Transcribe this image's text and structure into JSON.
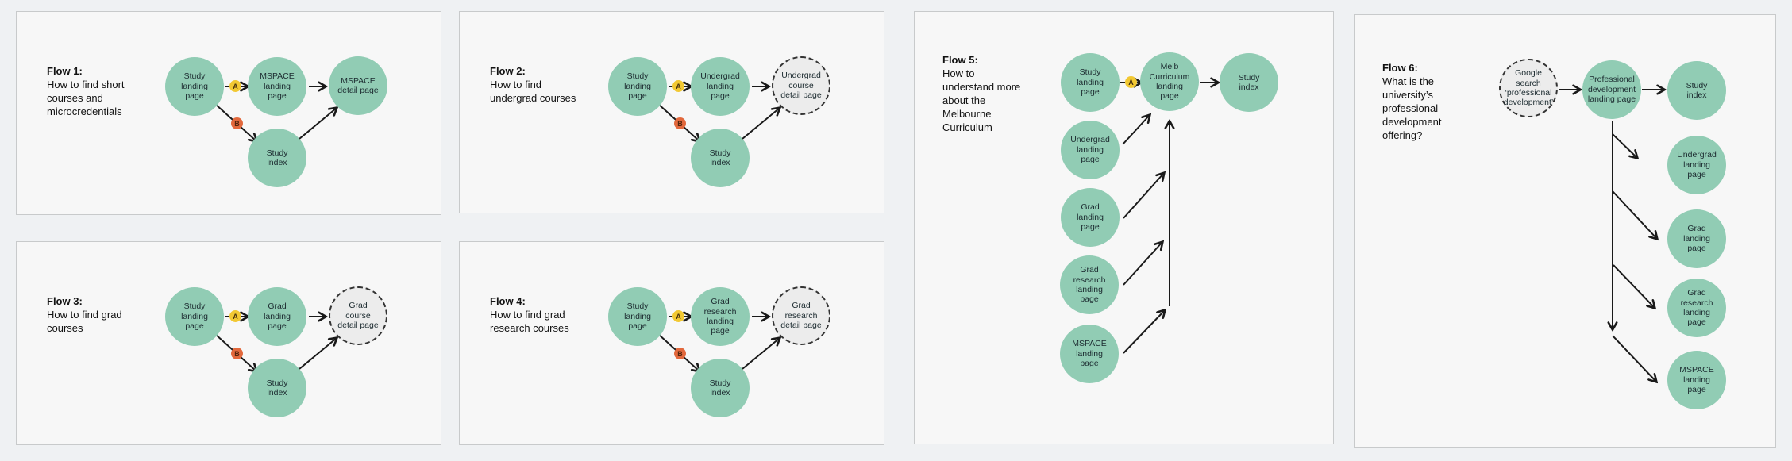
{
  "colors": {
    "page_background": "#eff1f3",
    "panel_background": "#f7f7f7",
    "panel_border": "#c8cacb",
    "node_teal": "#91ccb4",
    "node_dashed_fill": "#ececec",
    "badge_a_yellow": "#f2c832",
    "badge_b_orange": "#e2683c",
    "arrow": "#1a1a1a"
  },
  "badges": {
    "a": "A",
    "b": "B"
  },
  "flows": [
    {
      "label": "Flow 1:",
      "desc_lines": [
        "How to find short",
        "courses and",
        "microcredentials"
      ],
      "nodes": {
        "start": "Study landing page",
        "primary": "MSPACE landing page",
        "detail": "MSPACE detail page",
        "index": "Study index"
      },
      "detail_style": "solid"
    },
    {
      "label": "Flow 2:",
      "desc_lines": [
        "How to find",
        "undergrad courses"
      ],
      "nodes": {
        "start": "Study landing page",
        "primary": "Undergrad landing page",
        "detail": "Undergrad course detail page",
        "index": "Study index"
      },
      "detail_style": "dashed"
    },
    {
      "label": "Flow 3:",
      "desc_lines": [
        "How to find grad",
        "courses"
      ],
      "nodes": {
        "start": "Study landing page",
        "primary": "Grad landing page",
        "detail": "Grad course detail page",
        "index": "Study index"
      },
      "detail_style": "dashed"
    },
    {
      "label": "Flow 4:",
      "desc_lines": [
        "How to find grad",
        "research courses"
      ],
      "nodes": {
        "start": "Study landing page",
        "primary": "Grad research landing page",
        "detail": "Grad research detail page",
        "index": "Study index"
      },
      "detail_style": "dashed"
    },
    {
      "label": "Flow 5:",
      "desc_lines": [
        "How to",
        "understand more",
        "about the",
        "Melbourne",
        "Curriculum"
      ],
      "nodes": {
        "start": "Study landing page",
        "hub": "Melb Curriculum landing page",
        "index": "Study index",
        "sources": [
          "Undergrad landing page",
          "Grad landing page",
          "Grad research landing page",
          "MSPACE landing page"
        ]
      }
    },
    {
      "label": "Flow 6:",
      "desc_lines": [
        "What is the",
        "university’s",
        "professional",
        "development",
        "offering?"
      ],
      "nodes": {
        "search": "Google search ‘professional development’",
        "hub": "Professional development landing page",
        "index": "Study index",
        "targets": [
          "Undergrad landing page",
          "Grad landing page",
          "Grad research landing page",
          "MSPACE landing page"
        ]
      }
    }
  ]
}
